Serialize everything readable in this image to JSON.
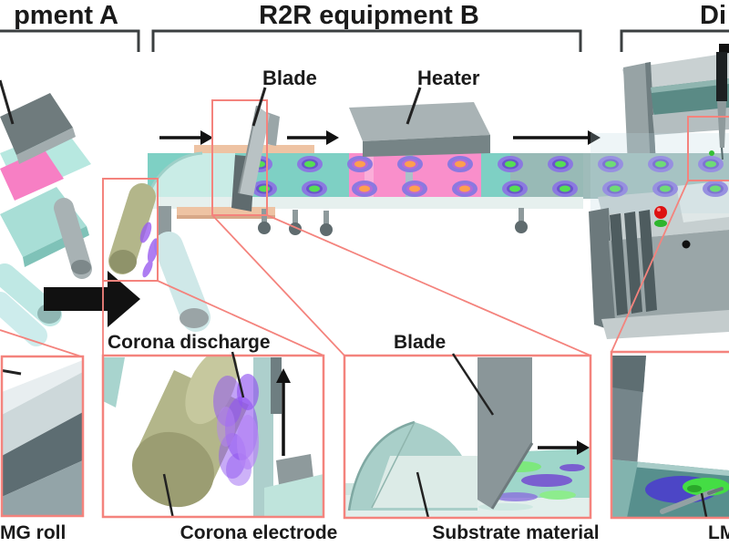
{
  "brackets": [
    {
      "label": "pment A"
    },
    {
      "label": "R2R equipment B"
    },
    {
      "label": "Di"
    }
  ],
  "scene": {
    "blade_label": "Blade",
    "heater_label": "Heater"
  },
  "insets": {
    "mg_roll": {
      "caption": "MG roll"
    },
    "corona": {
      "top_label": "Corona discharge",
      "caption": "Corona electrode"
    },
    "blade": {
      "top_label": "Blade",
      "caption": "Substrate material"
    },
    "lm": {
      "caption": "LM"
    }
  },
  "colors": {
    "inset_border": "#f4837d",
    "belt_teal": "#7ed0c4",
    "belt_pale": "#cfeee8",
    "heater_zone_pink": "#f98fcb",
    "laminate_film_pink": "#f77fc4",
    "machine_gray": "#9aa6a8",
    "corona_electrode_khaki": "#b3b68a",
    "corona_discharge_purple": "#9a5df0",
    "pattern_ring_purple": "#8b79e0",
    "pattern_center_green": "#55dd55",
    "pattern_center_orange": "#ff9f50",
    "rail_tan": "#eec3a3",
    "arrow_black": "#111111",
    "bracket_line": "#3b3f40"
  }
}
